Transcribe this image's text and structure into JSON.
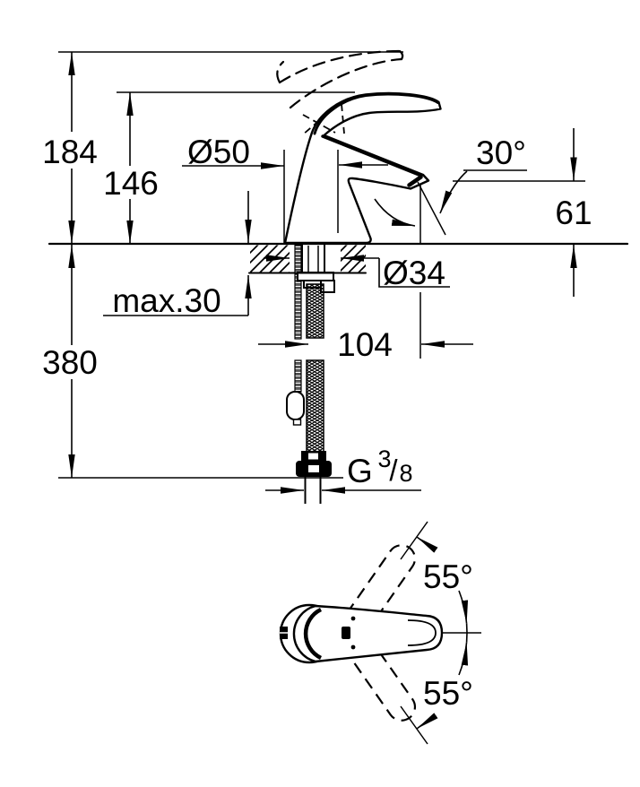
{
  "main_view": {
    "overall_height": "184",
    "lever_height": "146",
    "body_diameter": "Ø50",
    "aerator_angle": "30°",
    "spout_height": "61",
    "max_deck_thickness": "max.30",
    "hole_diameter": "Ø34",
    "hose_drop": "380",
    "spout_reach": "104",
    "thread": {
      "prefix": "G",
      "numerator": "3",
      "separator": "/",
      "denominator": "8"
    }
  },
  "top_view": {
    "swivel_angle_upper": "55°",
    "swivel_angle_lower": "55°"
  },
  "colors": {
    "ink": "#000000",
    "paper": "#ffffff"
  }
}
